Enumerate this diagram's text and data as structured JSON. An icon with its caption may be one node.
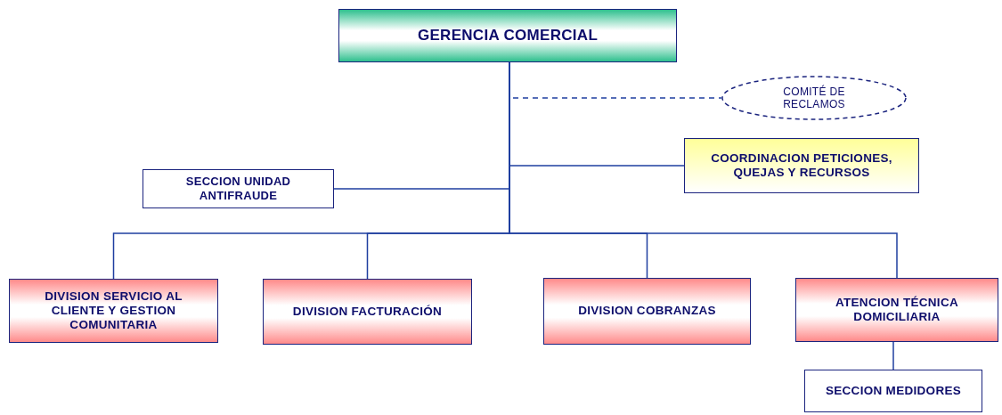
{
  "diagram": {
    "nodes": [
      {
        "text": [
          "GERENCIA COMERCIAL"
        ]
      },
      {
        "text": [
          "COMITÉ DE RECLAMOS"
        ]
      },
      {
        "text": [
          "COORDINACION PETICIONES, QUEJAS Y RECURSOS"
        ]
      },
      {
        "text": [
          "SECCION UNIDAD ANTIFRAUDE"
        ]
      },
      {
        "text": [
          "DIVISION SERVICIO AL CLIENTE Y GESTION COMUNITARIA"
        ]
      },
      {
        "text": [
          "DIVISION FACTURACIÓN"
        ]
      },
      {
        "text": [
          "DIVISION COBRANZAS"
        ]
      },
      {
        "text": [
          "ATENCION TÉCNICA DOMICILIARIA"
        ]
      },
      {
        "text": [
          "SECCION MEDIDORES"
        ]
      }
    ],
    "edges": [
      {
        "from": 0,
        "to": 1,
        "arrow": "none",
        "style": "dashed"
      },
      {
        "from": 0,
        "to": 2,
        "arrow": "none"
      },
      {
        "from": 0,
        "to": 3,
        "arrow": "none"
      },
      {
        "from": 0,
        "to": 4,
        "arrow": "none"
      },
      {
        "from": 0,
        "to": 5,
        "arrow": "none"
      },
      {
        "from": 0,
        "to": 6,
        "arrow": "none"
      },
      {
        "from": 0,
        "to": 7,
        "arrow": "none"
      },
      {
        "from": 7,
        "to": 8,
        "arrow": "none"
      }
    ]
  }
}
